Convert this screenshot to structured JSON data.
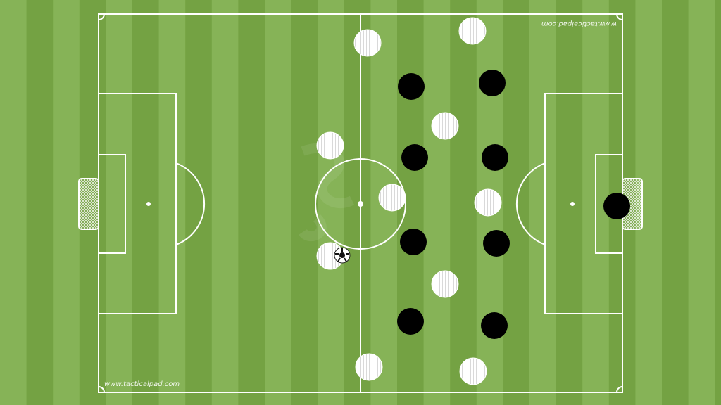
{
  "watermark": {
    "bottom_left": "www.tacticalpad.com",
    "top_right_mirrored": "www.tacticalpad.com"
  },
  "colors": {
    "pitch_light": "#86b357",
    "pitch_dark": "#74a243",
    "lines": "#ffffff",
    "team_white": "#ffffff",
    "team_black": "#000000"
  },
  "players": {
    "white": [
      {
        "id": "w1"
      },
      {
        "id": "w2"
      },
      {
        "id": "w3"
      },
      {
        "id": "w4"
      },
      {
        "id": "w5"
      },
      {
        "id": "w6"
      },
      {
        "id": "w7"
      },
      {
        "id": "w8"
      },
      {
        "id": "w9"
      },
      {
        "id": "w10"
      },
      {
        "id": "w11"
      }
    ],
    "black": [
      {
        "id": "b1"
      },
      {
        "id": "b2"
      },
      {
        "id": "b3"
      },
      {
        "id": "b4"
      },
      {
        "id": "b5"
      },
      {
        "id": "b6"
      },
      {
        "id": "b7"
      },
      {
        "id": "b8"
      },
      {
        "id": "b9"
      }
    ]
  },
  "ball": {
    "present": true
  }
}
